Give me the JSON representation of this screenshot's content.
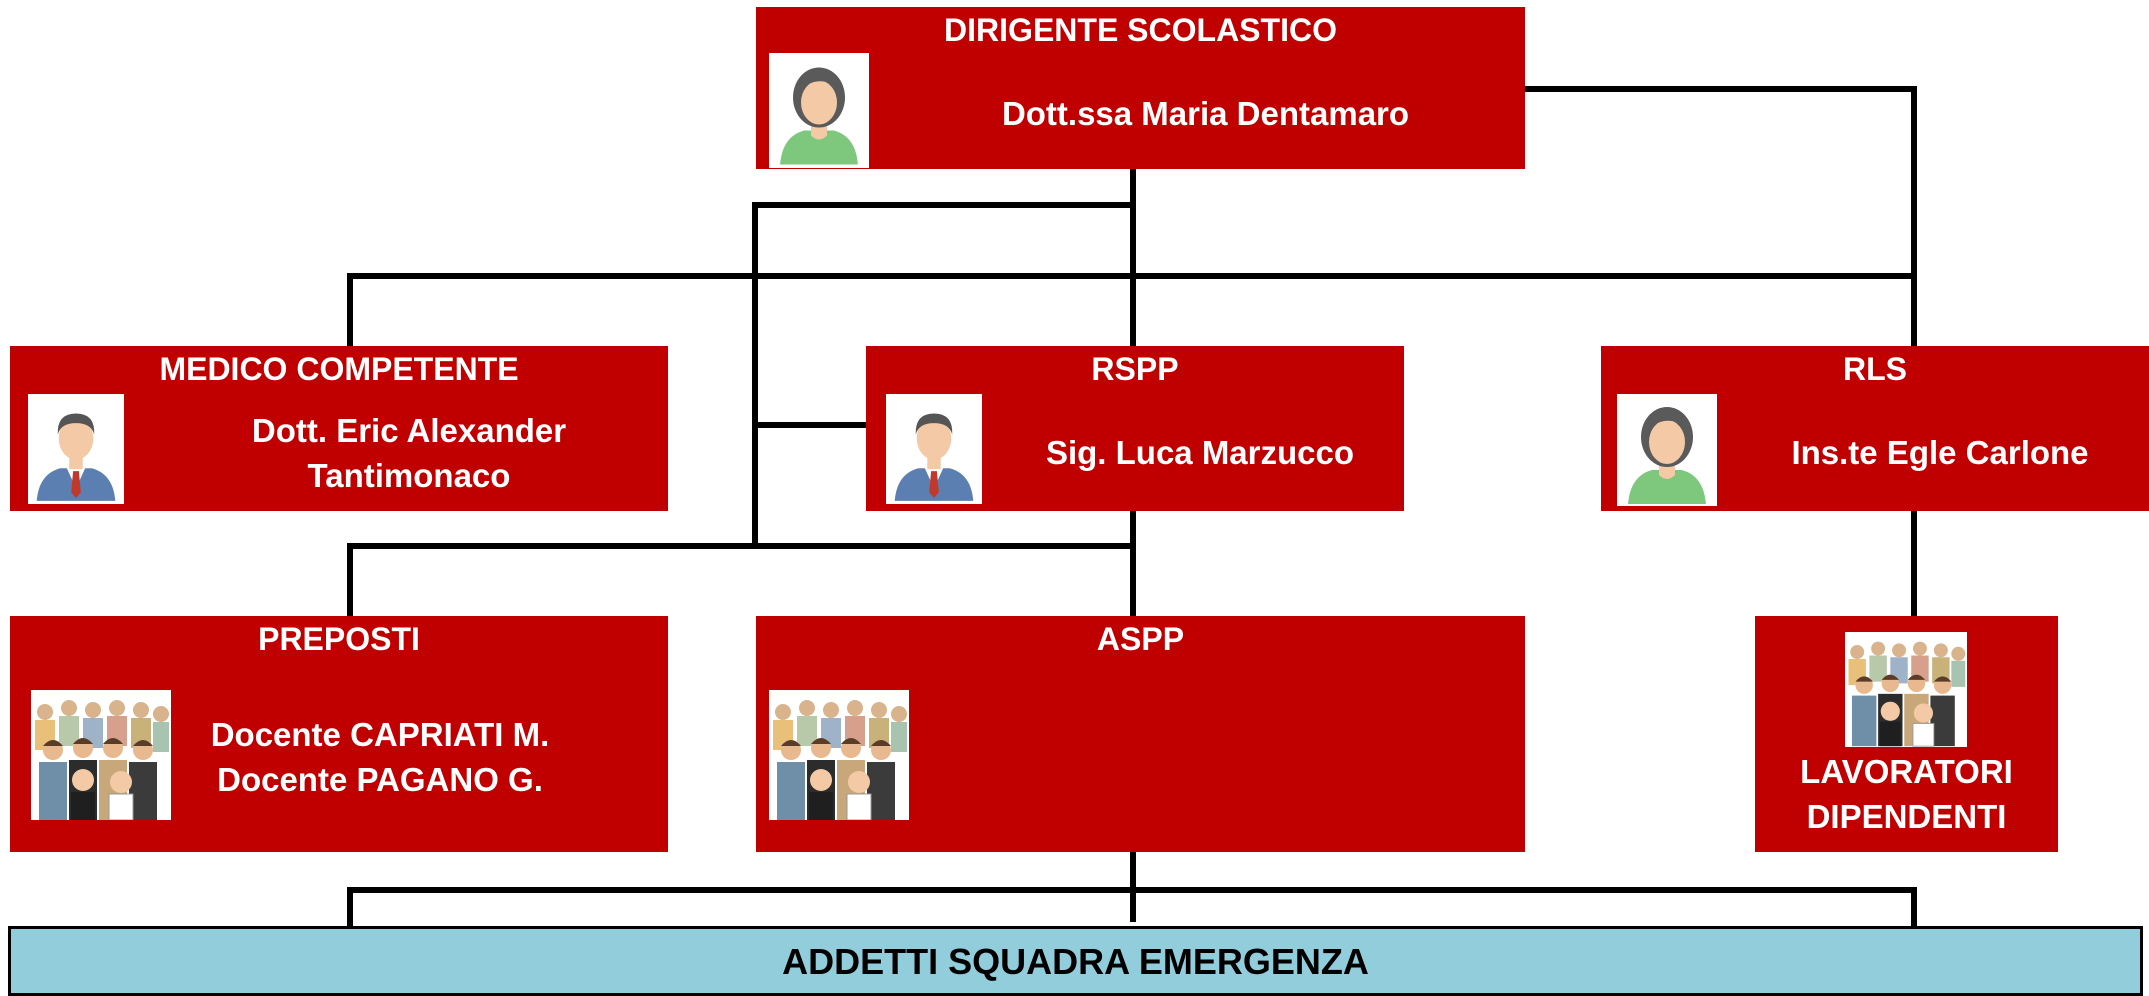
{
  "dirigente": {
    "title": "DIRIGENTE SCOLASTICO",
    "name": "Dott.ssa Maria Dentamaro",
    "icon": "female-person-icon"
  },
  "medico": {
    "title": "MEDICO COMPETENTE",
    "name_line1": "Dott. Eric  Alexander",
    "name_line2": "Tantimonaco",
    "icon": "male-person-icon"
  },
  "rspp": {
    "title": "RSPP",
    "name": "Sig. Luca Marzucco",
    "icon": "male-person-icon"
  },
  "rls": {
    "title": "RLS",
    "name": "Ins.te Egle Carlone",
    "icon": "female-person-icon"
  },
  "preposti": {
    "title": "PREPOSTI",
    "name_line1": "Docente CAPRIATI M.",
    "name_line2": "Docente PAGANO G.",
    "icon": "group-people-icon"
  },
  "aspp": {
    "title": "ASPP",
    "icon": "group-people-icon"
  },
  "lavoratori": {
    "title_line1": "LAVORATORI",
    "title_line2": "DIPENDENTI",
    "icon": "group-people-icon"
  },
  "emergenza": {
    "title": "ADDETTI SQUADRA EMERGENZA"
  },
  "colors": {
    "box": "#c00000",
    "bottom_box": "#92cddc",
    "connector": "#000000"
  }
}
